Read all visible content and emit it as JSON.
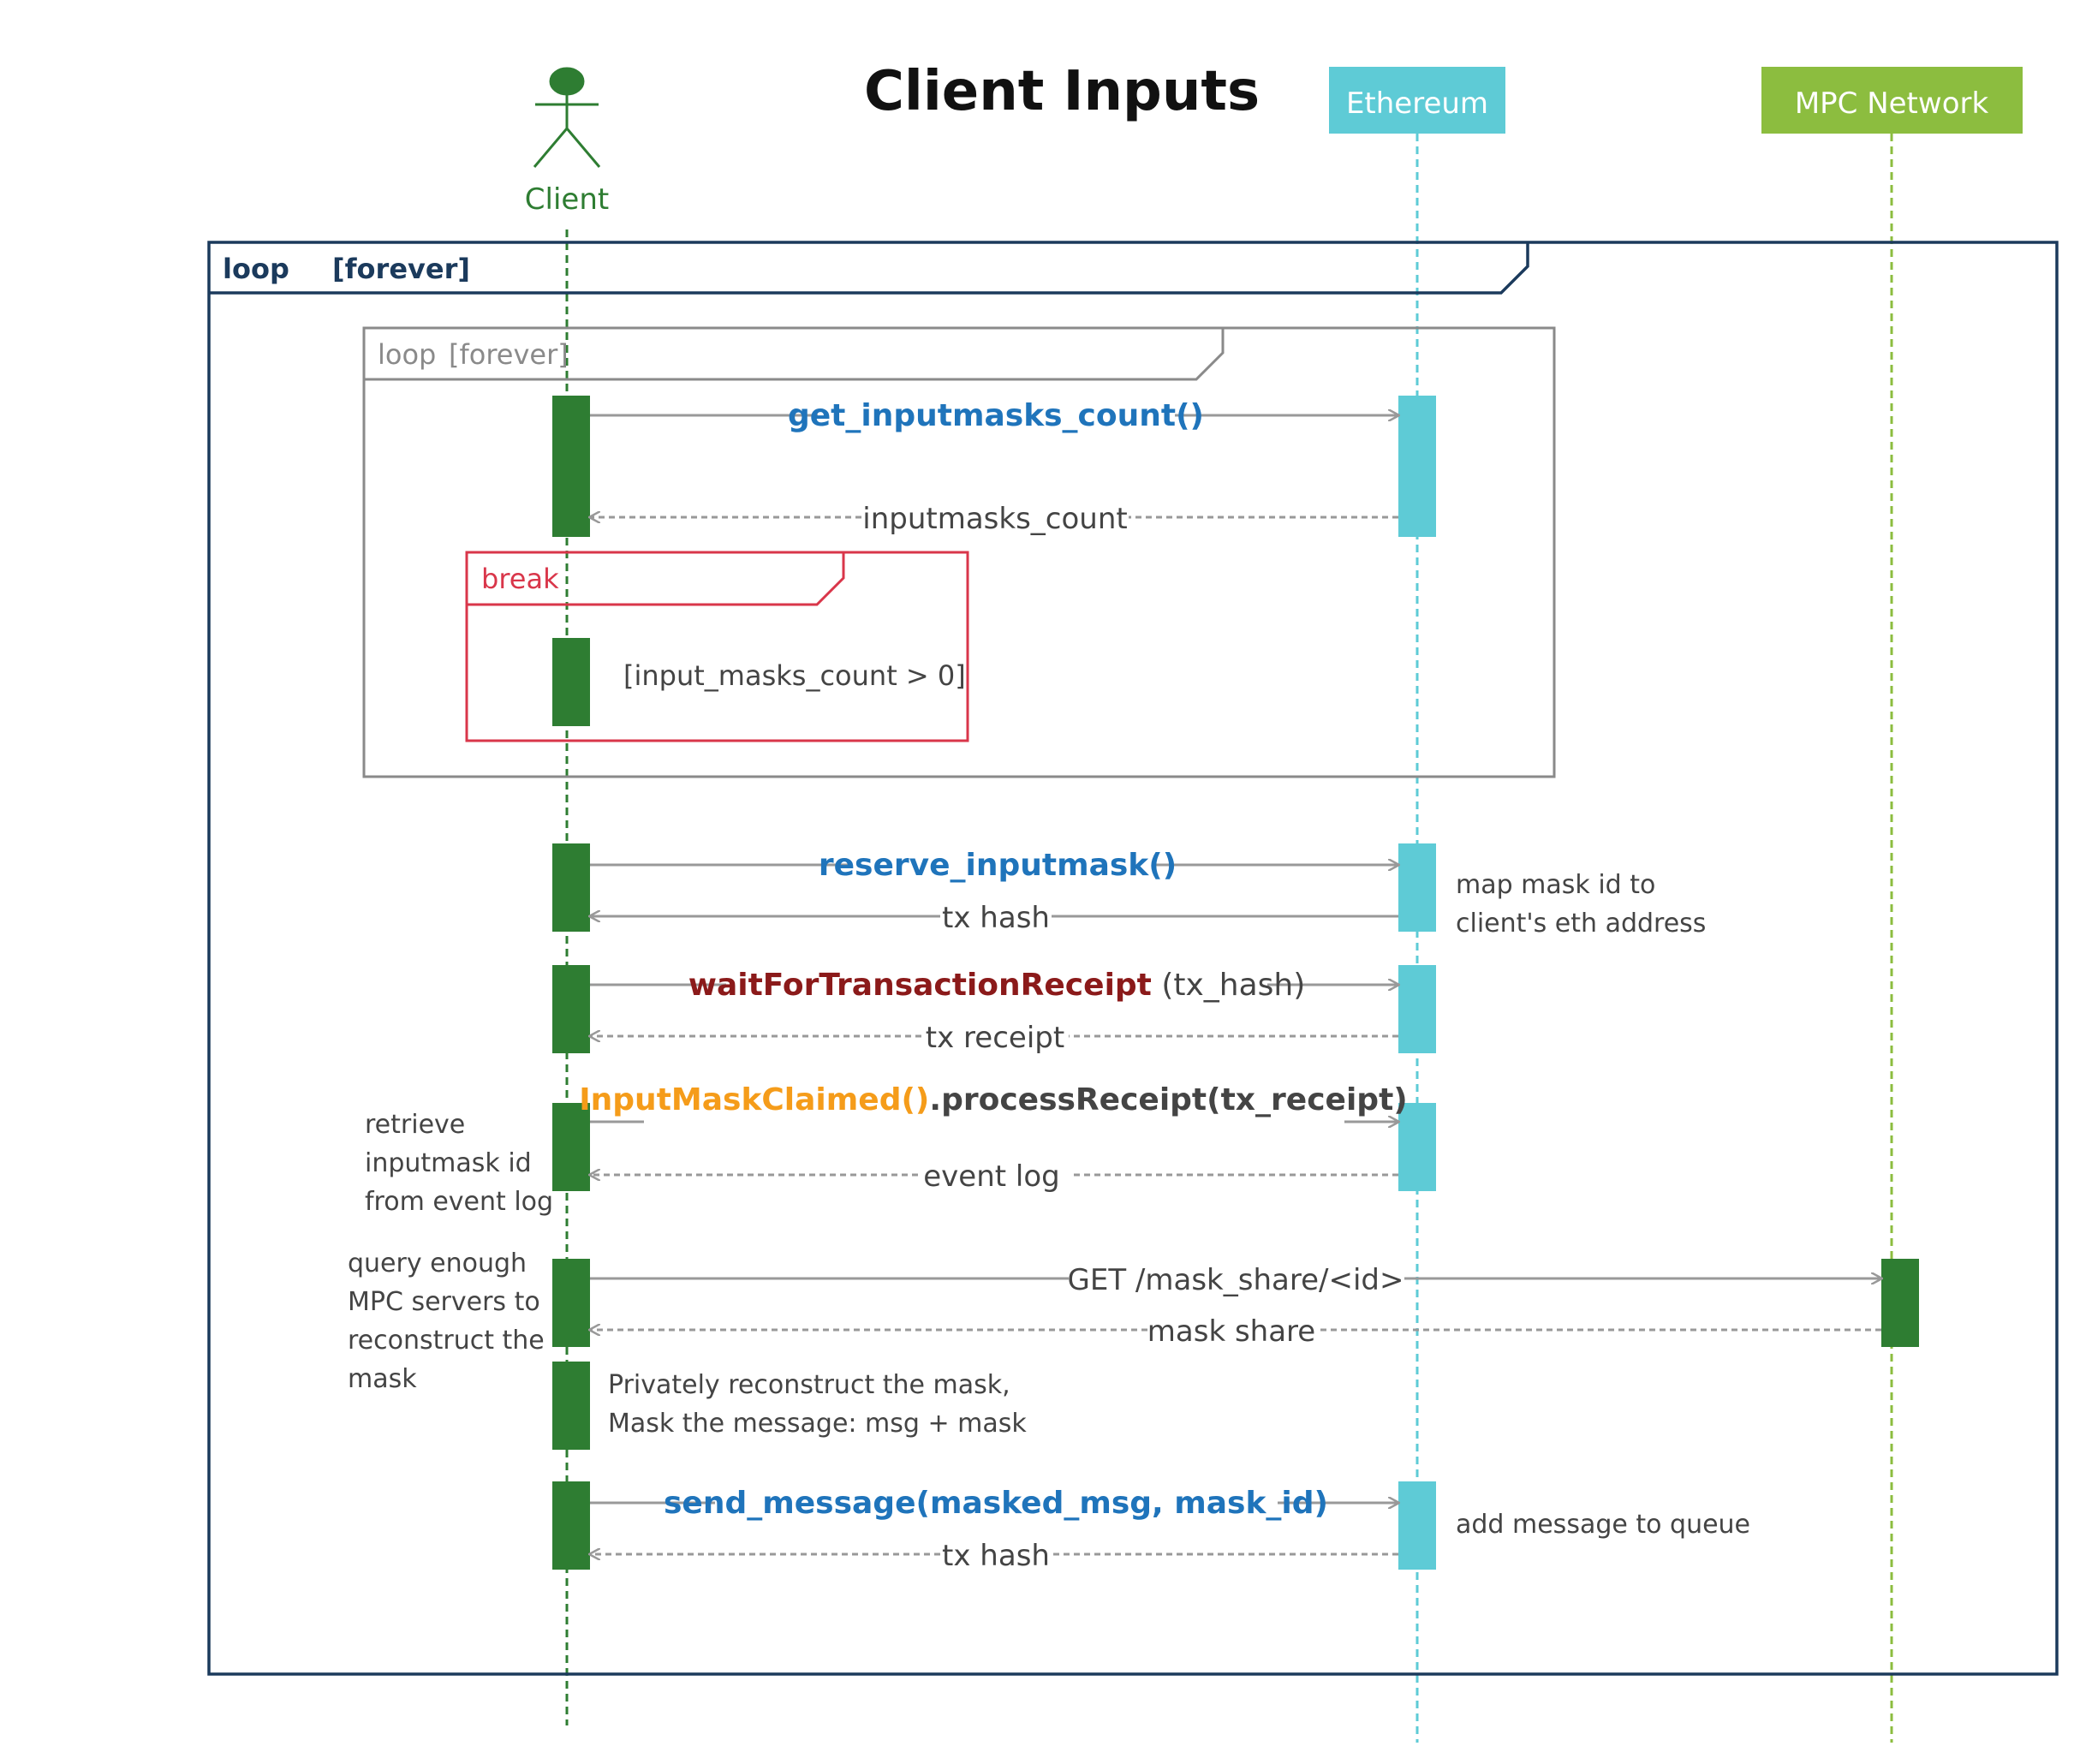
{
  "title": "Client Inputs",
  "participants": {
    "client": "Client",
    "ethereum": "Ethereum",
    "mpc": "MPC Network"
  },
  "outer_loop": {
    "keyword": "loop",
    "condition": "[forever]"
  },
  "inner_loop": {
    "keyword": "loop",
    "condition": "[forever]"
  },
  "break_frame": {
    "keyword": "break",
    "condition": "[input_masks_count > 0]"
  },
  "messages": {
    "get_count": "get_inputmasks_count()",
    "count_return": "inputmasks_count",
    "reserve": "reserve_inputmask()",
    "reserve_return": "tx hash",
    "wait_fn": "waitForTransactionReceipt",
    "wait_args": " (tx_hash)",
    "wait_return": "tx receipt",
    "claimed_fn": "InputMaskClaimed()",
    "claimed_rest": ".processReceipt(tx_receipt)",
    "claimed_return": "event log",
    "get_share": "GET /mask_share/<id>",
    "share_return": "mask share",
    "send": "send_message(masked_msg, mask_id)",
    "send_return": "tx hash"
  },
  "notes": {
    "map_mask": [
      "map mask id to",
      "client's eth address"
    ],
    "retrieve": [
      "retrieve",
      "inputmask id",
      "from event log"
    ],
    "query": [
      "query enough",
      "MPC servers to",
      "reconstruct the",
      "mask"
    ],
    "reconstruct": [
      "Privately reconstruct the mask,",
      "Mask the message: msg + mask"
    ],
    "add_queue": "add message to queue"
  },
  "colors": {
    "client_green": "#2e7d32",
    "client_label": "#2e7d32",
    "eth_cyan": "#5ecbd6",
    "mpc_green": "#8cbd3f",
    "frame_navy": "#1b3a5c",
    "inner_gray": "#8a8a8a",
    "break_red": "#d9364a",
    "call_blue": "#1f74bb",
    "dark_red": "#8b1a1a",
    "orange": "#f59c1a",
    "arrow_gray": "#999999",
    "text_gray": "#444444"
  }
}
